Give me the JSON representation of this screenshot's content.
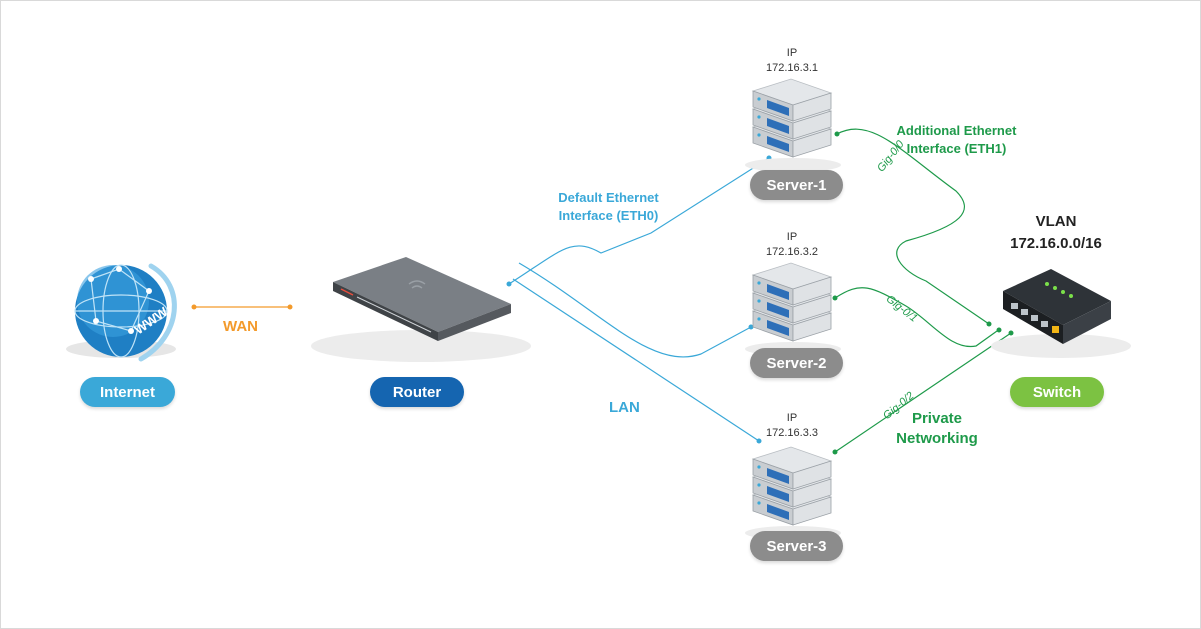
{
  "nodes": {
    "internet": "Internet",
    "router": "Router",
    "switch": "Switch",
    "servers": [
      {
        "name": "Server-1",
        "ip_label": "IP",
        "ip": "172.16.3.1"
      },
      {
        "name": "Server-2",
        "ip_label": "IP",
        "ip": "172.16.3.2"
      },
      {
        "name": "Server-3",
        "ip_label": "IP",
        "ip": "172.16.3.3"
      }
    ]
  },
  "labels": {
    "wan": "WAN",
    "lan": "LAN",
    "eth0_line1": "Default Ethernet",
    "eth0_line2": "Interface (ETH0)",
    "eth1_line1": "Additional Ethernet",
    "eth1_line2": "Interface (ETH1)",
    "vlan_line1": "VLAN",
    "vlan_line2": "172.16.0.0/16",
    "private_line1": "Private",
    "private_line2": "Networking",
    "gig0": "Gig-0/0",
    "gig1": "Gig-0/1",
    "gig2": "Gig-0/2"
  },
  "colors": {
    "wan": "#f39a2b",
    "lan": "#3aa8d8",
    "private": "#1e9a4a",
    "internet_pill": "#3aa8d8",
    "router_pill": "#1565b0",
    "server_pill": "#8c8c8c",
    "switch_pill": "#7cc242"
  }
}
